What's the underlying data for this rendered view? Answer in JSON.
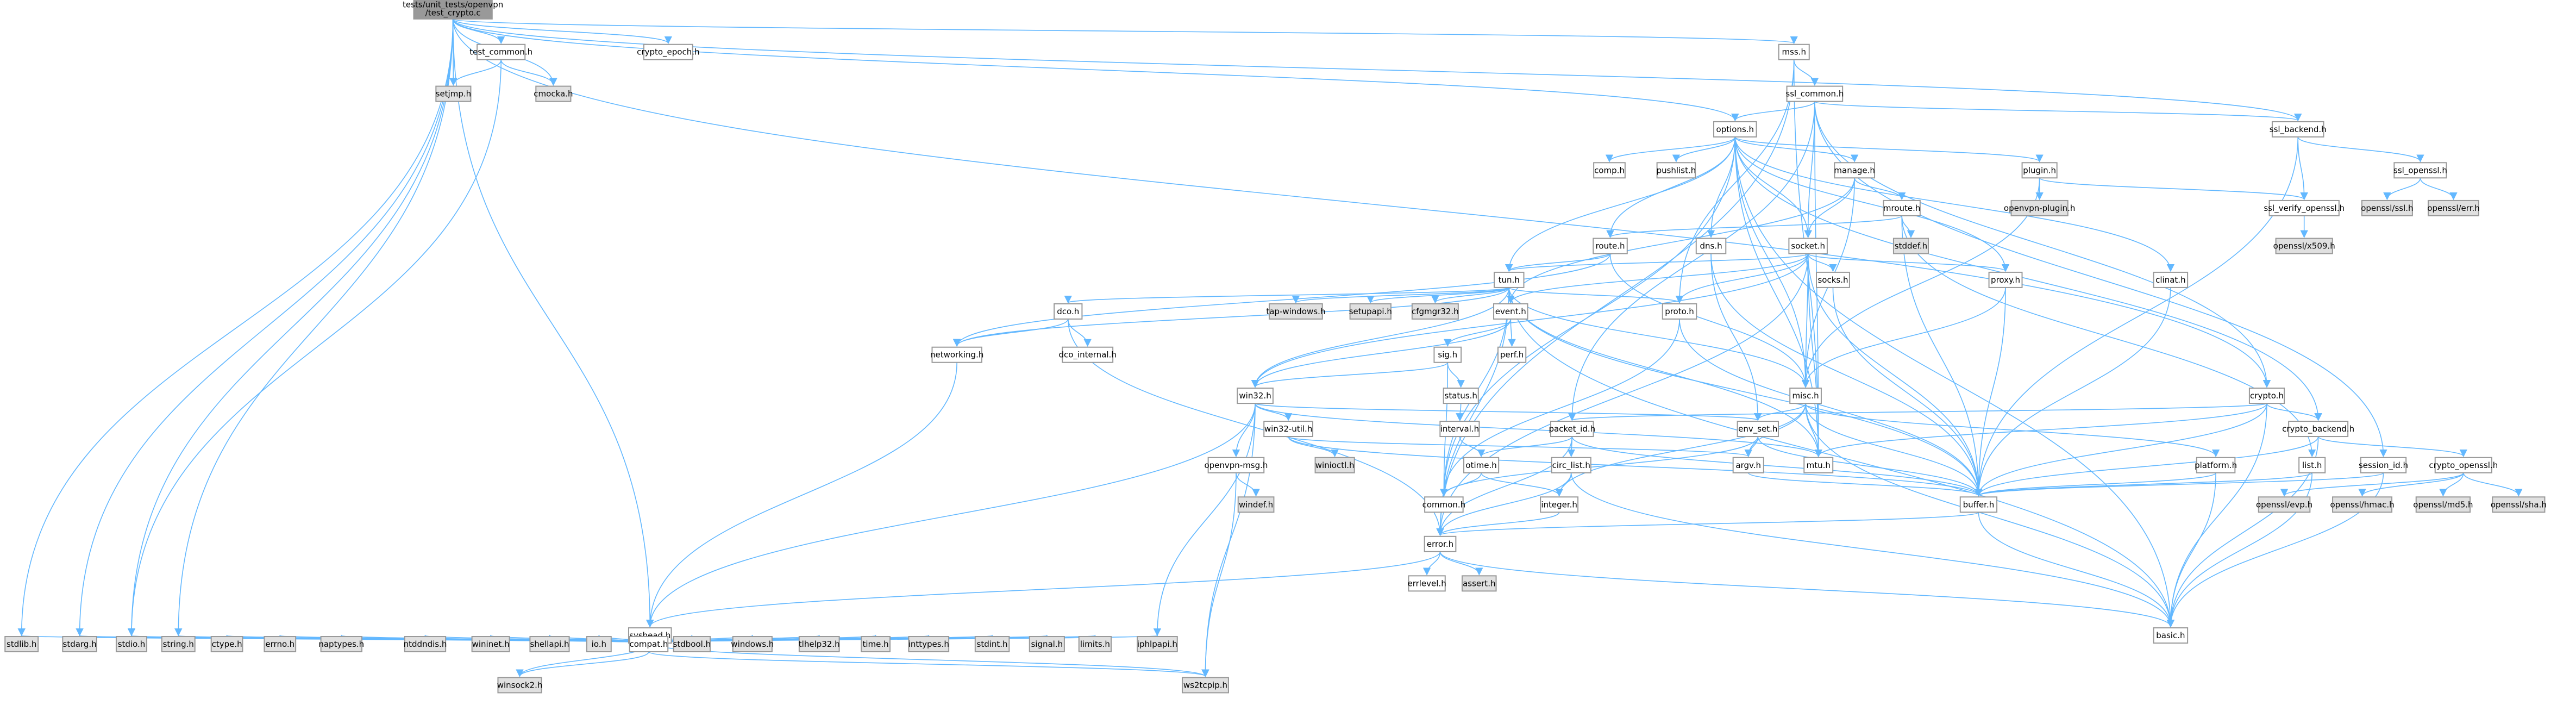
{
  "graph": {
    "root": "tests/unit_tests/openvpn/test_crypto.c",
    "colors": {
      "root_fill": "#999999",
      "internal_fill": "#ffffff",
      "system_fill": "#e0e0e0",
      "border": "#999999",
      "edge": "#63b8ff"
    },
    "nodes": [
      {
        "id": "root",
        "label": "tests/unit_tests/openvpn\n/test_crypto.c",
        "kind": "root"
      },
      {
        "id": "test_common",
        "label": "test_common.h",
        "kind": "internal"
      },
      {
        "id": "crypto_epoch",
        "label": "crypto_epoch.h",
        "kind": "internal"
      },
      {
        "id": "mss",
        "label": "mss.h",
        "kind": "internal"
      },
      {
        "id": "setjmp",
        "label": "setjmp.h",
        "kind": "system"
      },
      {
        "id": "cmocka",
        "label": "cmocka.h",
        "kind": "system"
      },
      {
        "id": "ssl_common",
        "label": "ssl_common.h",
        "kind": "internal"
      },
      {
        "id": "options",
        "label": "options.h",
        "kind": "internal"
      },
      {
        "id": "ssl_backend",
        "label": "ssl_backend.h",
        "kind": "internal"
      },
      {
        "id": "comp",
        "label": "comp.h",
        "kind": "internal"
      },
      {
        "id": "pushlist",
        "label": "pushlist.h",
        "kind": "internal"
      },
      {
        "id": "manage",
        "label": "manage.h",
        "kind": "internal"
      },
      {
        "id": "plugin",
        "label": "plugin.h",
        "kind": "internal"
      },
      {
        "id": "ssl_openssl",
        "label": "ssl_openssl.h",
        "kind": "internal"
      },
      {
        "id": "openvpn_plugin",
        "label": "openvpn-plugin.h",
        "kind": "system"
      },
      {
        "id": "ssl_verify_openssl",
        "label": "ssl_verify_openssl.h",
        "kind": "internal"
      },
      {
        "id": "openssl_ssl",
        "label": "openssl/ssl.h",
        "kind": "system"
      },
      {
        "id": "openssl_err",
        "label": "openssl/err.h",
        "kind": "system"
      },
      {
        "id": "mroute",
        "label": "mroute.h",
        "kind": "internal"
      },
      {
        "id": "openssl_x509",
        "label": "openssl/x509.h",
        "kind": "system"
      },
      {
        "id": "stddef",
        "label": "stddef.h",
        "kind": "system"
      },
      {
        "id": "route",
        "label": "route.h",
        "kind": "internal"
      },
      {
        "id": "dns",
        "label": "dns.h",
        "kind": "internal"
      },
      {
        "id": "socket",
        "label": "socket.h",
        "kind": "internal"
      },
      {
        "id": "clinat",
        "label": "clinat.h",
        "kind": "internal"
      },
      {
        "id": "tun",
        "label": "tun.h",
        "kind": "internal"
      },
      {
        "id": "socks",
        "label": "socks.h",
        "kind": "internal"
      },
      {
        "id": "proxy",
        "label": "proxy.h",
        "kind": "internal"
      },
      {
        "id": "proto",
        "label": "proto.h",
        "kind": "internal"
      },
      {
        "id": "tap_windows",
        "label": "tap-windows.h",
        "kind": "system"
      },
      {
        "id": "setupapi",
        "label": "setupapi.h",
        "kind": "system"
      },
      {
        "id": "cfgmgr32",
        "label": "cfgmgr32.h",
        "kind": "system"
      },
      {
        "id": "event",
        "label": "event.h",
        "kind": "internal"
      },
      {
        "id": "dco",
        "label": "dco.h",
        "kind": "internal"
      },
      {
        "id": "networking",
        "label": "networking.h",
        "kind": "internal"
      },
      {
        "id": "dco_internal",
        "label": "dco_internal.h",
        "kind": "internal"
      },
      {
        "id": "perf",
        "label": "perf.h",
        "kind": "internal"
      },
      {
        "id": "sig",
        "label": "sig.h",
        "kind": "internal"
      },
      {
        "id": "status",
        "label": "status.h",
        "kind": "internal"
      },
      {
        "id": "interval",
        "label": "interval.h",
        "kind": "internal"
      },
      {
        "id": "win32",
        "label": "win32.h",
        "kind": "internal"
      },
      {
        "id": "win32_util",
        "label": "win32-util.h",
        "kind": "internal"
      },
      {
        "id": "openvpn_msg",
        "label": "openvpn-msg.h",
        "kind": "internal"
      },
      {
        "id": "winioctl",
        "label": "winioctl.h",
        "kind": "system"
      },
      {
        "id": "windef",
        "label": "windef.h",
        "kind": "system"
      },
      {
        "id": "misc",
        "label": "misc.h",
        "kind": "internal"
      },
      {
        "id": "crypto",
        "label": "crypto.h",
        "kind": "internal"
      },
      {
        "id": "packet_id",
        "label": "packet_id.h",
        "kind": "internal"
      },
      {
        "id": "env_set",
        "label": "env_set.h",
        "kind": "internal"
      },
      {
        "id": "crypto_backend",
        "label": "crypto_backend.h",
        "kind": "internal"
      },
      {
        "id": "circ_list",
        "label": "circ_list.h",
        "kind": "internal"
      },
      {
        "id": "otime",
        "label": "otime.h",
        "kind": "internal"
      },
      {
        "id": "argv",
        "label": "argv.h",
        "kind": "internal"
      },
      {
        "id": "mtu",
        "label": "mtu.h",
        "kind": "internal"
      },
      {
        "id": "platform",
        "label": "platform.h",
        "kind": "internal"
      },
      {
        "id": "list",
        "label": "list.h",
        "kind": "internal"
      },
      {
        "id": "session_id",
        "label": "session_id.h",
        "kind": "internal"
      },
      {
        "id": "crypto_openssl",
        "label": "crypto_openssl.h",
        "kind": "internal"
      },
      {
        "id": "common",
        "label": "common.h",
        "kind": "internal"
      },
      {
        "id": "integer",
        "label": "integer.h",
        "kind": "internal"
      },
      {
        "id": "buffer",
        "label": "buffer.h",
        "kind": "internal"
      },
      {
        "id": "openssl_evp",
        "label": "openssl/evp.h",
        "kind": "system"
      },
      {
        "id": "openssl_hmac",
        "label": "openssl/hmac.h",
        "kind": "system"
      },
      {
        "id": "openssl_md5",
        "label": "openssl/md5.h",
        "kind": "system"
      },
      {
        "id": "openssl_sha",
        "label": "openssl/sha.h",
        "kind": "system"
      },
      {
        "id": "error",
        "label": "error.h",
        "kind": "internal"
      },
      {
        "id": "errlevel",
        "label": "errlevel.h",
        "kind": "internal"
      },
      {
        "id": "assert",
        "label": "assert.h",
        "kind": "system"
      },
      {
        "id": "basic",
        "label": "basic.h",
        "kind": "internal"
      },
      {
        "id": "syshead",
        "label": "syshead.h",
        "kind": "internal"
      },
      {
        "id": "stdlib",
        "label": "stdlib.h",
        "kind": "system"
      },
      {
        "id": "stdarg",
        "label": "stdarg.h",
        "kind": "system"
      },
      {
        "id": "stdio",
        "label": "stdio.h",
        "kind": "system"
      },
      {
        "id": "string",
        "label": "string.h",
        "kind": "system"
      },
      {
        "id": "ctype",
        "label": "ctype.h",
        "kind": "system"
      },
      {
        "id": "errno",
        "label": "errno.h",
        "kind": "system"
      },
      {
        "id": "naptypes",
        "label": "naptypes.h",
        "kind": "system"
      },
      {
        "id": "ntddndis",
        "label": "ntddndis.h",
        "kind": "system"
      },
      {
        "id": "wininet",
        "label": "wininet.h",
        "kind": "system"
      },
      {
        "id": "shellapi",
        "label": "shellapi.h",
        "kind": "system"
      },
      {
        "id": "io",
        "label": "io.h",
        "kind": "system"
      },
      {
        "id": "compat",
        "label": "compat.h",
        "kind": "internal"
      },
      {
        "id": "stdbool",
        "label": "stdbool.h",
        "kind": "system"
      },
      {
        "id": "windows",
        "label": "windows.h",
        "kind": "system"
      },
      {
        "id": "tlhelp32",
        "label": "tlhelp32.h",
        "kind": "system"
      },
      {
        "id": "time",
        "label": "time.h",
        "kind": "system"
      },
      {
        "id": "inttypes",
        "label": "inttypes.h",
        "kind": "system"
      },
      {
        "id": "stdint",
        "label": "stdint.h",
        "kind": "system"
      },
      {
        "id": "signal",
        "label": "signal.h",
        "kind": "system"
      },
      {
        "id": "limits",
        "label": "limits.h",
        "kind": "system"
      },
      {
        "id": "iphlpapi",
        "label": "iphlpapi.h",
        "kind": "system"
      },
      {
        "id": "winsock2",
        "label": "winsock2.h",
        "kind": "system"
      },
      {
        "id": "ws2tcpip",
        "label": "ws2tcpip.h",
        "kind": "system"
      }
    ],
    "edges": [
      [
        "root",
        "test_common"
      ],
      [
        "root",
        "crypto_epoch"
      ],
      [
        "root",
        "mss"
      ],
      [
        "root",
        "setjmp"
      ],
      [
        "root",
        "cmocka"
      ],
      [
        "root",
        "ssl_backend"
      ],
      [
        "root",
        "options"
      ],
      [
        "root",
        "crypto"
      ],
      [
        "root",
        "syshead"
      ],
      [
        "root",
        "stdlib"
      ],
      [
        "root",
        "stdarg"
      ],
      [
        "root",
        "stdio"
      ],
      [
        "root",
        "string"
      ],
      [
        "test_common",
        "setjmp"
      ],
      [
        "test_common",
        "cmocka"
      ],
      [
        "test_common",
        "stdio"
      ],
      [
        "mss",
        "ssl_common"
      ],
      [
        "mss",
        "error"
      ],
      [
        "mss",
        "proto"
      ],
      [
        "mss",
        "mtu"
      ],
      [
        "ssl_common",
        "options"
      ],
      [
        "ssl_common",
        "ssl_backend"
      ],
      [
        "ssl_common",
        "socket"
      ],
      [
        "ssl_common",
        "packet_id"
      ],
      [
        "ssl_common",
        "session_id"
      ],
      [
        "ssl_common",
        "crypto"
      ],
      [
        "ssl_common",
        "mtu"
      ],
      [
        "options",
        "comp"
      ],
      [
        "options",
        "pushlist"
      ],
      [
        "options",
        "manage"
      ],
      [
        "options",
        "plugin"
      ],
      [
        "options",
        "clinat"
      ],
      [
        "options",
        "route"
      ],
      [
        "options",
        "dns"
      ],
      [
        "options",
        "socket"
      ],
      [
        "options",
        "tun"
      ],
      [
        "options",
        "proxy"
      ],
      [
        "options",
        "misc"
      ],
      [
        "options",
        "mtu"
      ],
      [
        "options",
        "basic"
      ],
      [
        "options",
        "common"
      ],
      [
        "options",
        "crypto_backend"
      ],
      [
        "ssl_backend",
        "ssl_openssl"
      ],
      [
        "ssl_backend",
        "ssl_verify_openssl"
      ],
      [
        "ssl_backend",
        "buffer"
      ],
      [
        "ssl_openssl",
        "openssl_ssl"
      ],
      [
        "ssl_openssl",
        "openssl_err"
      ],
      [
        "ssl_verify_openssl",
        "openssl_x509"
      ],
      [
        "plugin",
        "openvpn_plugin"
      ],
      [
        "plugin",
        "ssl_verify_openssl"
      ],
      [
        "plugin",
        "misc"
      ],
      [
        "manage",
        "mroute"
      ],
      [
        "manage",
        "socket"
      ],
      [
        "manage",
        "misc"
      ],
      [
        "manage",
        "event"
      ],
      [
        "mroute",
        "stddef"
      ],
      [
        "mroute",
        "route"
      ],
      [
        "mroute",
        "buffer"
      ],
      [
        "mroute",
        "list"
      ],
      [
        "route",
        "tun"
      ],
      [
        "route",
        "misc"
      ],
      [
        "route",
        "networking"
      ],
      [
        "dns",
        "buffer"
      ],
      [
        "dns",
        "env_set"
      ],
      [
        "socket",
        "tun"
      ],
      [
        "socket",
        "socks"
      ],
      [
        "socket",
        "proxy"
      ],
      [
        "socket",
        "proto"
      ],
      [
        "socket",
        "misc"
      ],
      [
        "socket",
        "buffer"
      ],
      [
        "socket",
        "event"
      ],
      [
        "socket",
        "mtu"
      ],
      [
        "socket",
        "error"
      ],
      [
        "socket",
        "win32"
      ],
      [
        "clinat",
        "buffer"
      ],
      [
        "tun",
        "tap_windows"
      ],
      [
        "tun",
        "setupapi"
      ],
      [
        "tun",
        "cfgmgr32"
      ],
      [
        "tun",
        "event"
      ],
      [
        "tun",
        "dco"
      ],
      [
        "tun",
        "networking"
      ],
      [
        "tun",
        "proto"
      ],
      [
        "tun",
        "misc"
      ],
      [
        "tun",
        "win32"
      ],
      [
        "tun",
        "buffer"
      ],
      [
        "tun",
        "mtu"
      ],
      [
        "tun",
        "error"
      ],
      [
        "tun",
        "basic"
      ],
      [
        "tun",
        "common"
      ],
      [
        "socks",
        "buffer"
      ],
      [
        "proxy",
        "buffer"
      ],
      [
        "proxy",
        "misc"
      ],
      [
        "proto",
        "buffer"
      ],
      [
        "proto",
        "common"
      ],
      [
        "event",
        "perf"
      ],
      [
        "event",
        "win32"
      ],
      [
        "event",
        "sig"
      ],
      [
        "dco",
        "dco_internal"
      ],
      [
        "dco",
        "networking"
      ],
      [
        "dco",
        "error"
      ],
      [
        "networking",
        "syshead"
      ],
      [
        "sig",
        "status"
      ],
      [
        "sig",
        "win32"
      ],
      [
        "sig",
        "common"
      ],
      [
        "status",
        "interval"
      ],
      [
        "interval",
        "otime"
      ],
      [
        "win32",
        "win32_util"
      ],
      [
        "win32",
        "openvpn_msg"
      ],
      [
        "win32",
        "iphlpapi"
      ],
      [
        "win32",
        "ws2tcpip"
      ],
      [
        "win32",
        "syshead"
      ],
      [
        "win32",
        "mtu"
      ],
      [
        "win32",
        "env_set"
      ],
      [
        "win32_util",
        "winioctl"
      ],
      [
        "win32_util",
        "argv"
      ],
      [
        "win32_util",
        "buffer"
      ],
      [
        "openvpn_msg",
        "windef"
      ],
      [
        "openvpn_msg",
        "ws2tcpip"
      ],
      [
        "misc",
        "argv"
      ],
      [
        "misc",
        "env_set"
      ],
      [
        "misc",
        "buffer"
      ],
      [
        "misc",
        "integer"
      ],
      [
        "misc",
        "basic"
      ],
      [
        "misc",
        "mtu"
      ],
      [
        "misc",
        "platform"
      ],
      [
        "crypto",
        "crypto_backend"
      ],
      [
        "crypto",
        "packet_id"
      ],
      [
        "crypto",
        "basic"
      ],
      [
        "crypto",
        "buffer"
      ],
      [
        "crypto",
        "mtu"
      ],
      [
        "packet_id",
        "circ_list"
      ],
      [
        "packet_id",
        "otime"
      ],
      [
        "packet_id",
        "error"
      ],
      [
        "packet_id",
        "buffer"
      ],
      [
        "env_set",
        "argv"
      ],
      [
        "env_set",
        "common"
      ],
      [
        "env_set",
        "buffer"
      ],
      [
        "crypto_backend",
        "crypto_openssl"
      ],
      [
        "crypto_backend",
        "basic"
      ],
      [
        "crypto_backend",
        "buffer"
      ],
      [
        "crypto_openssl",
        "openssl_evp"
      ],
      [
        "crypto_openssl",
        "openssl_hmac"
      ],
      [
        "crypto_openssl",
        "openssl_md5"
      ],
      [
        "crypto_openssl",
        "openssl_sha"
      ],
      [
        "circ_list",
        "basic"
      ],
      [
        "circ_list",
        "integer"
      ],
      [
        "circ_list",
        "error"
      ],
      [
        "otime",
        "common"
      ],
      [
        "otime",
        "integer"
      ],
      [
        "argv",
        "buffer"
      ],
      [
        "platform",
        "buffer"
      ],
      [
        "platform",
        "basic"
      ],
      [
        "list",
        "basic"
      ],
      [
        "list",
        "buffer"
      ],
      [
        "session_id",
        "basic"
      ],
      [
        "session_id",
        "buffer"
      ],
      [
        "integer",
        "error"
      ],
      [
        "buffer",
        "error"
      ],
      [
        "buffer",
        "basic"
      ],
      [
        "error",
        "errlevel"
      ],
      [
        "error",
        "assert"
      ],
      [
        "error",
        "basic"
      ],
      [
        "error",
        "syshead"
      ],
      [
        "syshead",
        "stdlib"
      ],
      [
        "syshead",
        "stdarg"
      ],
      [
        "syshead",
        "stdio"
      ],
      [
        "syshead",
        "string"
      ],
      [
        "syshead",
        "ctype"
      ],
      [
        "syshead",
        "errno"
      ],
      [
        "syshead",
        "naptypes"
      ],
      [
        "syshead",
        "ntddndis"
      ],
      [
        "syshead",
        "wininet"
      ],
      [
        "syshead",
        "shellapi"
      ],
      [
        "syshead",
        "io"
      ],
      [
        "syshead",
        "compat"
      ],
      [
        "syshead",
        "stdbool"
      ],
      [
        "syshead",
        "windows"
      ],
      [
        "syshead",
        "tlhelp32"
      ],
      [
        "syshead",
        "time"
      ],
      [
        "syshead",
        "inttypes"
      ],
      [
        "syshead",
        "stdint"
      ],
      [
        "syshead",
        "signal"
      ],
      [
        "syshead",
        "limits"
      ],
      [
        "syshead",
        "iphlpapi"
      ],
      [
        "syshead",
        "winsock2"
      ],
      [
        "syshead",
        "ws2tcpip"
      ],
      [
        "compat",
        "winsock2"
      ],
      [
        "compat",
        "ws2tcpip"
      ]
    ]
  }
}
